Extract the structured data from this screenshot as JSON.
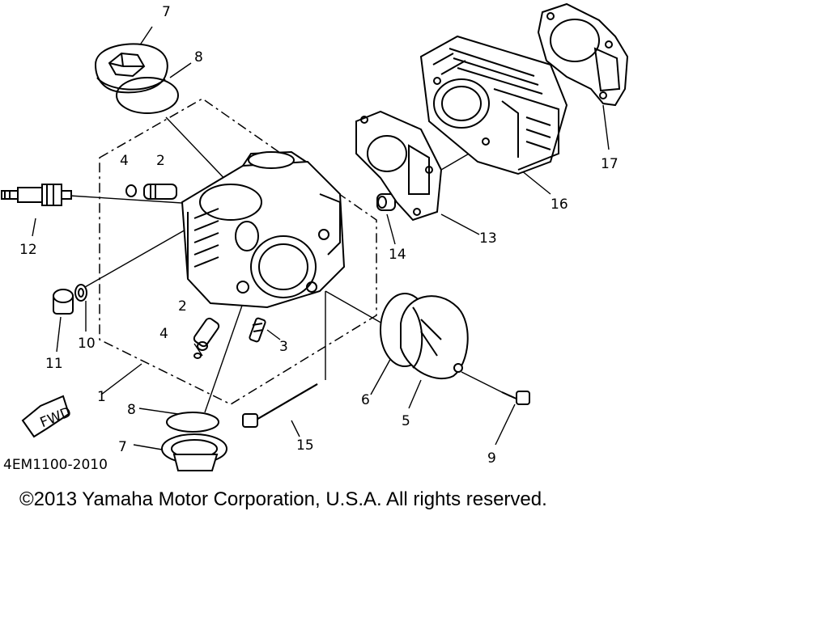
{
  "diagram": {
    "code": "4EM1100-2010",
    "direction_label": "FWD",
    "callouts": [
      {
        "id": "c7a",
        "text": "7"
      },
      {
        "id": "c8a",
        "text": "8"
      },
      {
        "id": "c4a",
        "text": "4"
      },
      {
        "id": "c2a",
        "text": "2"
      },
      {
        "id": "c12",
        "text": "12"
      },
      {
        "id": "c10",
        "text": "10"
      },
      {
        "id": "c11",
        "text": "11"
      },
      {
        "id": "c2b",
        "text": "2"
      },
      {
        "id": "c4b",
        "text": "4"
      },
      {
        "id": "c3",
        "text": "3"
      },
      {
        "id": "c1",
        "text": "1"
      },
      {
        "id": "c8b",
        "text": "8"
      },
      {
        "id": "c7b",
        "text": "7"
      },
      {
        "id": "c15",
        "text": "15"
      },
      {
        "id": "c6",
        "text": "6"
      },
      {
        "id": "c5",
        "text": "5"
      },
      {
        "id": "c9",
        "text": "9"
      },
      {
        "id": "c14",
        "text": "14"
      },
      {
        "id": "c13",
        "text": "13"
      },
      {
        "id": "c16",
        "text": "16"
      },
      {
        "id": "c17",
        "text": "17"
      }
    ]
  },
  "copyright": "©2013 Yamaha Motor Corporation, U.S.A. All rights reserved."
}
